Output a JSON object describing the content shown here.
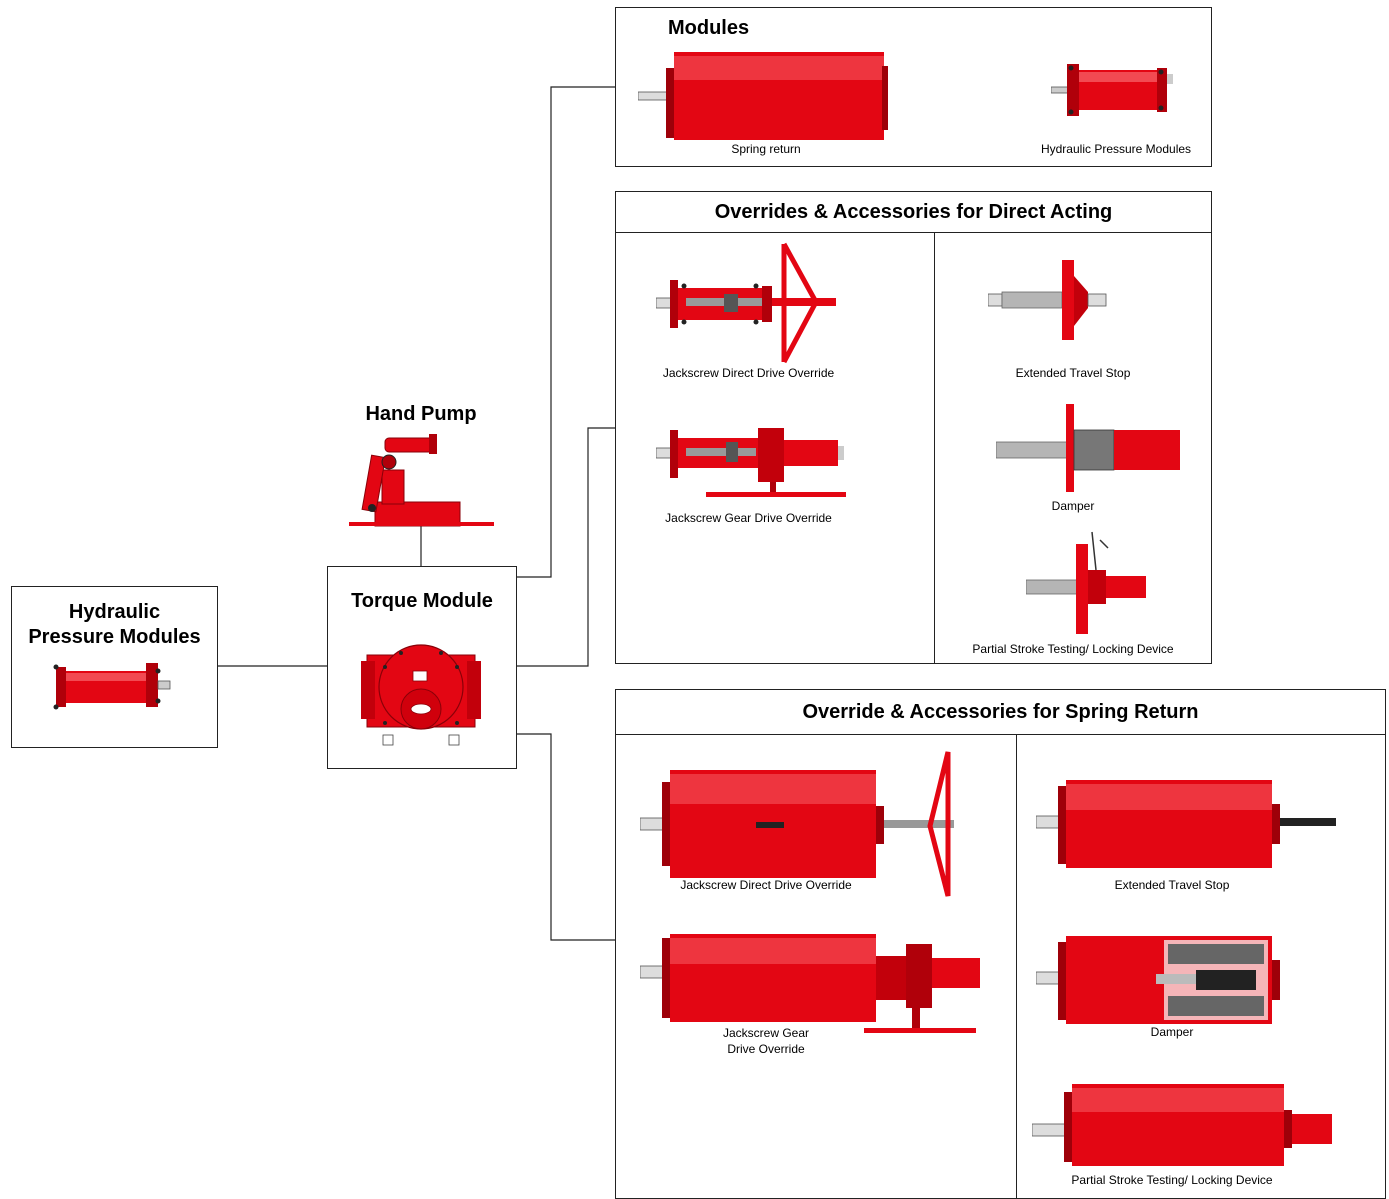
{
  "colors": {
    "red": "#e30613",
    "dark_red": "#8a0008",
    "grey": "#a8a8a8",
    "line": "#222222"
  },
  "hydraulic_box": {
    "title_line1": "Hydraulic",
    "title_line2": "Pressure Modules"
  },
  "hand_pump": {
    "title": "Hand Pump"
  },
  "torque_box": {
    "title": "Torque Module"
  },
  "modules_box": {
    "title": "Modules",
    "items": [
      {
        "label": "Spring return",
        "icon": "spring-return-cylinder-icon"
      },
      {
        "label": "Hydraulic Pressure Modules",
        "icon": "hydraulic-cylinder-icon"
      }
    ]
  },
  "direct_box": {
    "title": "Overrides & Accessories for Direct Acting",
    "left": [
      {
        "label": "Jackscrew Direct Drive Override"
      },
      {
        "label": "Jackscrew Gear Drive Override"
      }
    ],
    "right": [
      {
        "label": "Extended Travel Stop"
      },
      {
        "label": "Damper"
      },
      {
        "label": "Partial Stroke Testing/ Locking Device"
      }
    ]
  },
  "spring_box": {
    "title": "Override & Accessories for Spring Return",
    "left": [
      {
        "label": "Jackscrew Direct Drive Override"
      },
      {
        "label_line1": "Jackscrew Gear",
        "label_line2": "Drive Override"
      }
    ],
    "right": [
      {
        "label": "Extended Travel Stop"
      },
      {
        "label": "Damper"
      },
      {
        "label": "Partial Stroke Testing/ Locking Device"
      }
    ]
  }
}
